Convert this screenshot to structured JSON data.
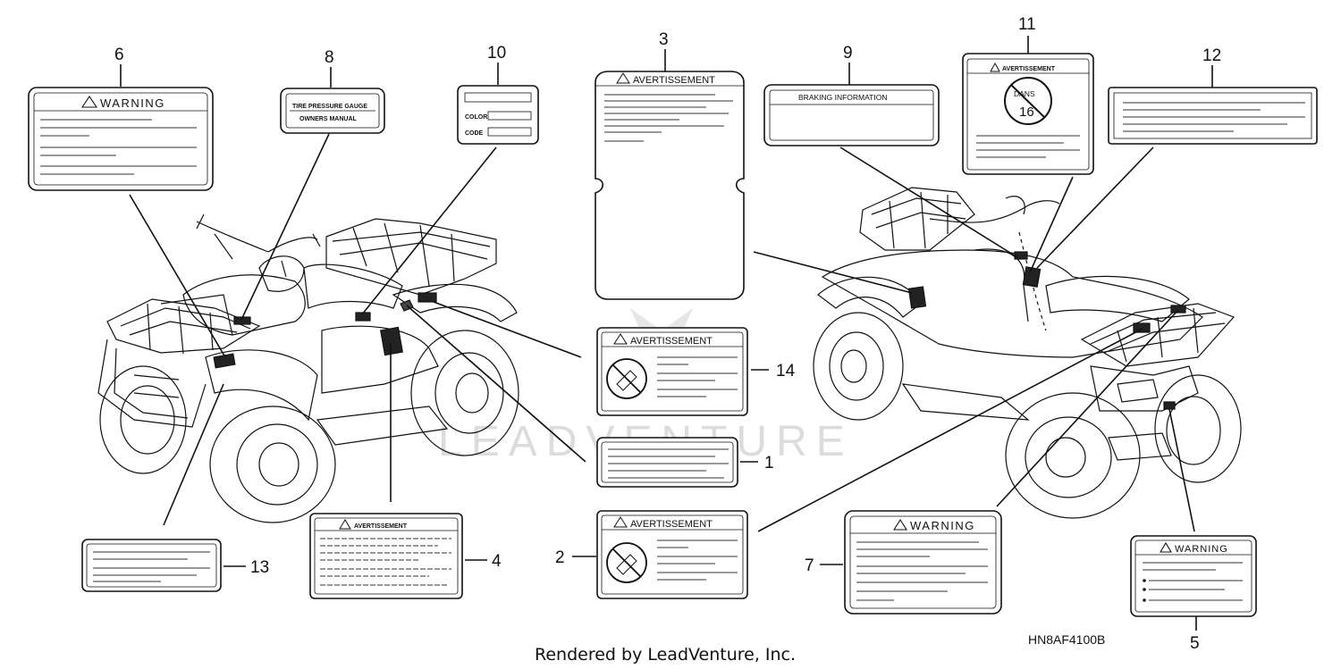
{
  "labels": {
    "warning": "WARNING",
    "avertissement": "AVERTISSEMENT",
    "tire_gauge": "TIRE PRESSURE GAUGE",
    "owners_manual": "OWNERS MANUAL",
    "color": "COLOR",
    "code": "CODE",
    "braking": "BRAKING INFORMATION",
    "dans_ans": "DANS",
    "sixteen": "16"
  },
  "callouts": [
    "1",
    "2",
    "3",
    "4",
    "5",
    "6",
    "7",
    "8",
    "9",
    "10",
    "11",
    "12",
    "13",
    "14"
  ],
  "footer": {
    "rendered_by": "Rendered by LeadVenture, Inc.",
    "diagram_code": "HN8AF4100B"
  },
  "watermark": "LEADVENTURE"
}
